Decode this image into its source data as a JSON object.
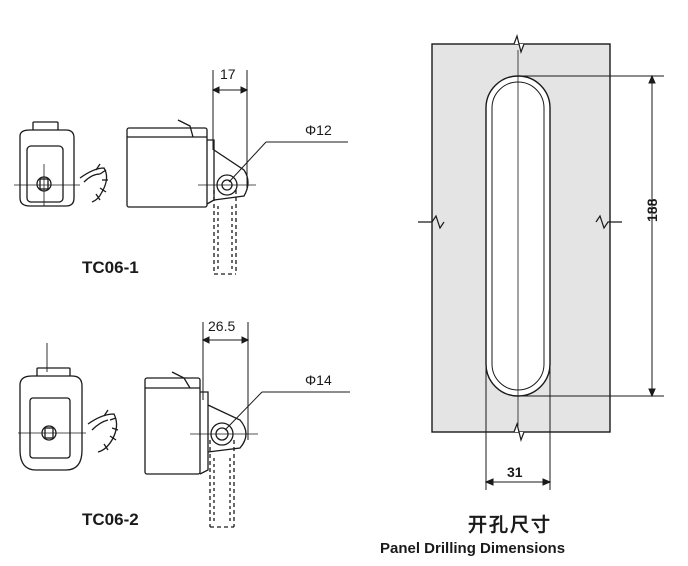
{
  "tc06_1": {
    "model": "TC06-1",
    "offset_dim": "17",
    "hole_dia": "Φ12"
  },
  "tc06_2": {
    "model": "TC06-2",
    "offset_dim": "26.5",
    "hole_dia": "Φ14"
  },
  "panel": {
    "height_dim": "188",
    "width_dim": "31",
    "caption_cn": "开孔尺寸",
    "caption_en": "Panel Drilling Dimensions"
  },
  "colors": {
    "line": "#1a1a1a",
    "panel_fill": "#e4e4e4"
  }
}
